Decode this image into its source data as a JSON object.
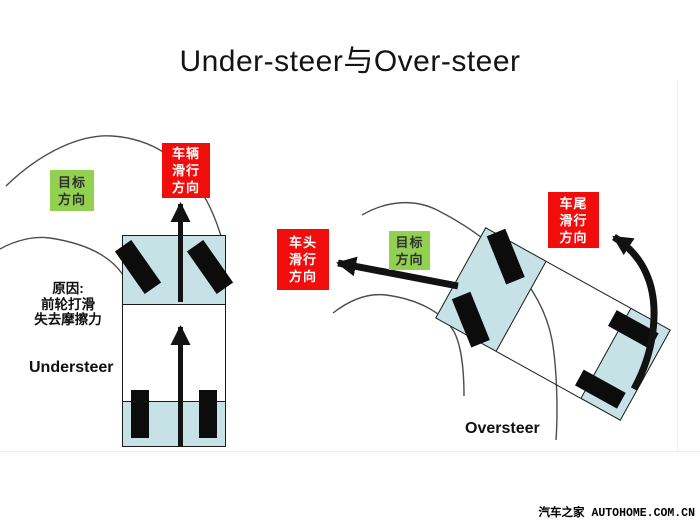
{
  "title": "Under-steer与Over-steer",
  "understeer": {
    "label": "Understeer",
    "target_box": {
      "lines": [
        "目标",
        "方向"
      ]
    },
    "vehicle_slide_box": {
      "lines": [
        "车辆",
        "滑行",
        "方向"
      ]
    },
    "reason": {
      "lines": [
        "原因:",
        "前轮打滑",
        "失去摩擦力"
      ]
    }
  },
  "oversteer": {
    "label": "Oversteer",
    "front_slide_box": {
      "lines": [
        "车头",
        "滑行",
        "方向"
      ]
    },
    "target_box": {
      "lines": [
        "目标",
        "方向"
      ]
    },
    "rear_slide_box": {
      "lines": [
        "车尾",
        "滑行",
        "方向"
      ]
    }
  },
  "footer": {
    "brand": "汽车之家",
    "site": "AUTOHOME.COM.CN"
  },
  "colors": {
    "red": "#f20d0d",
    "green": "#92d050",
    "car_blue": "#c7e2e6",
    "road": "#4d4d4d",
    "ink": "#121212"
  }
}
